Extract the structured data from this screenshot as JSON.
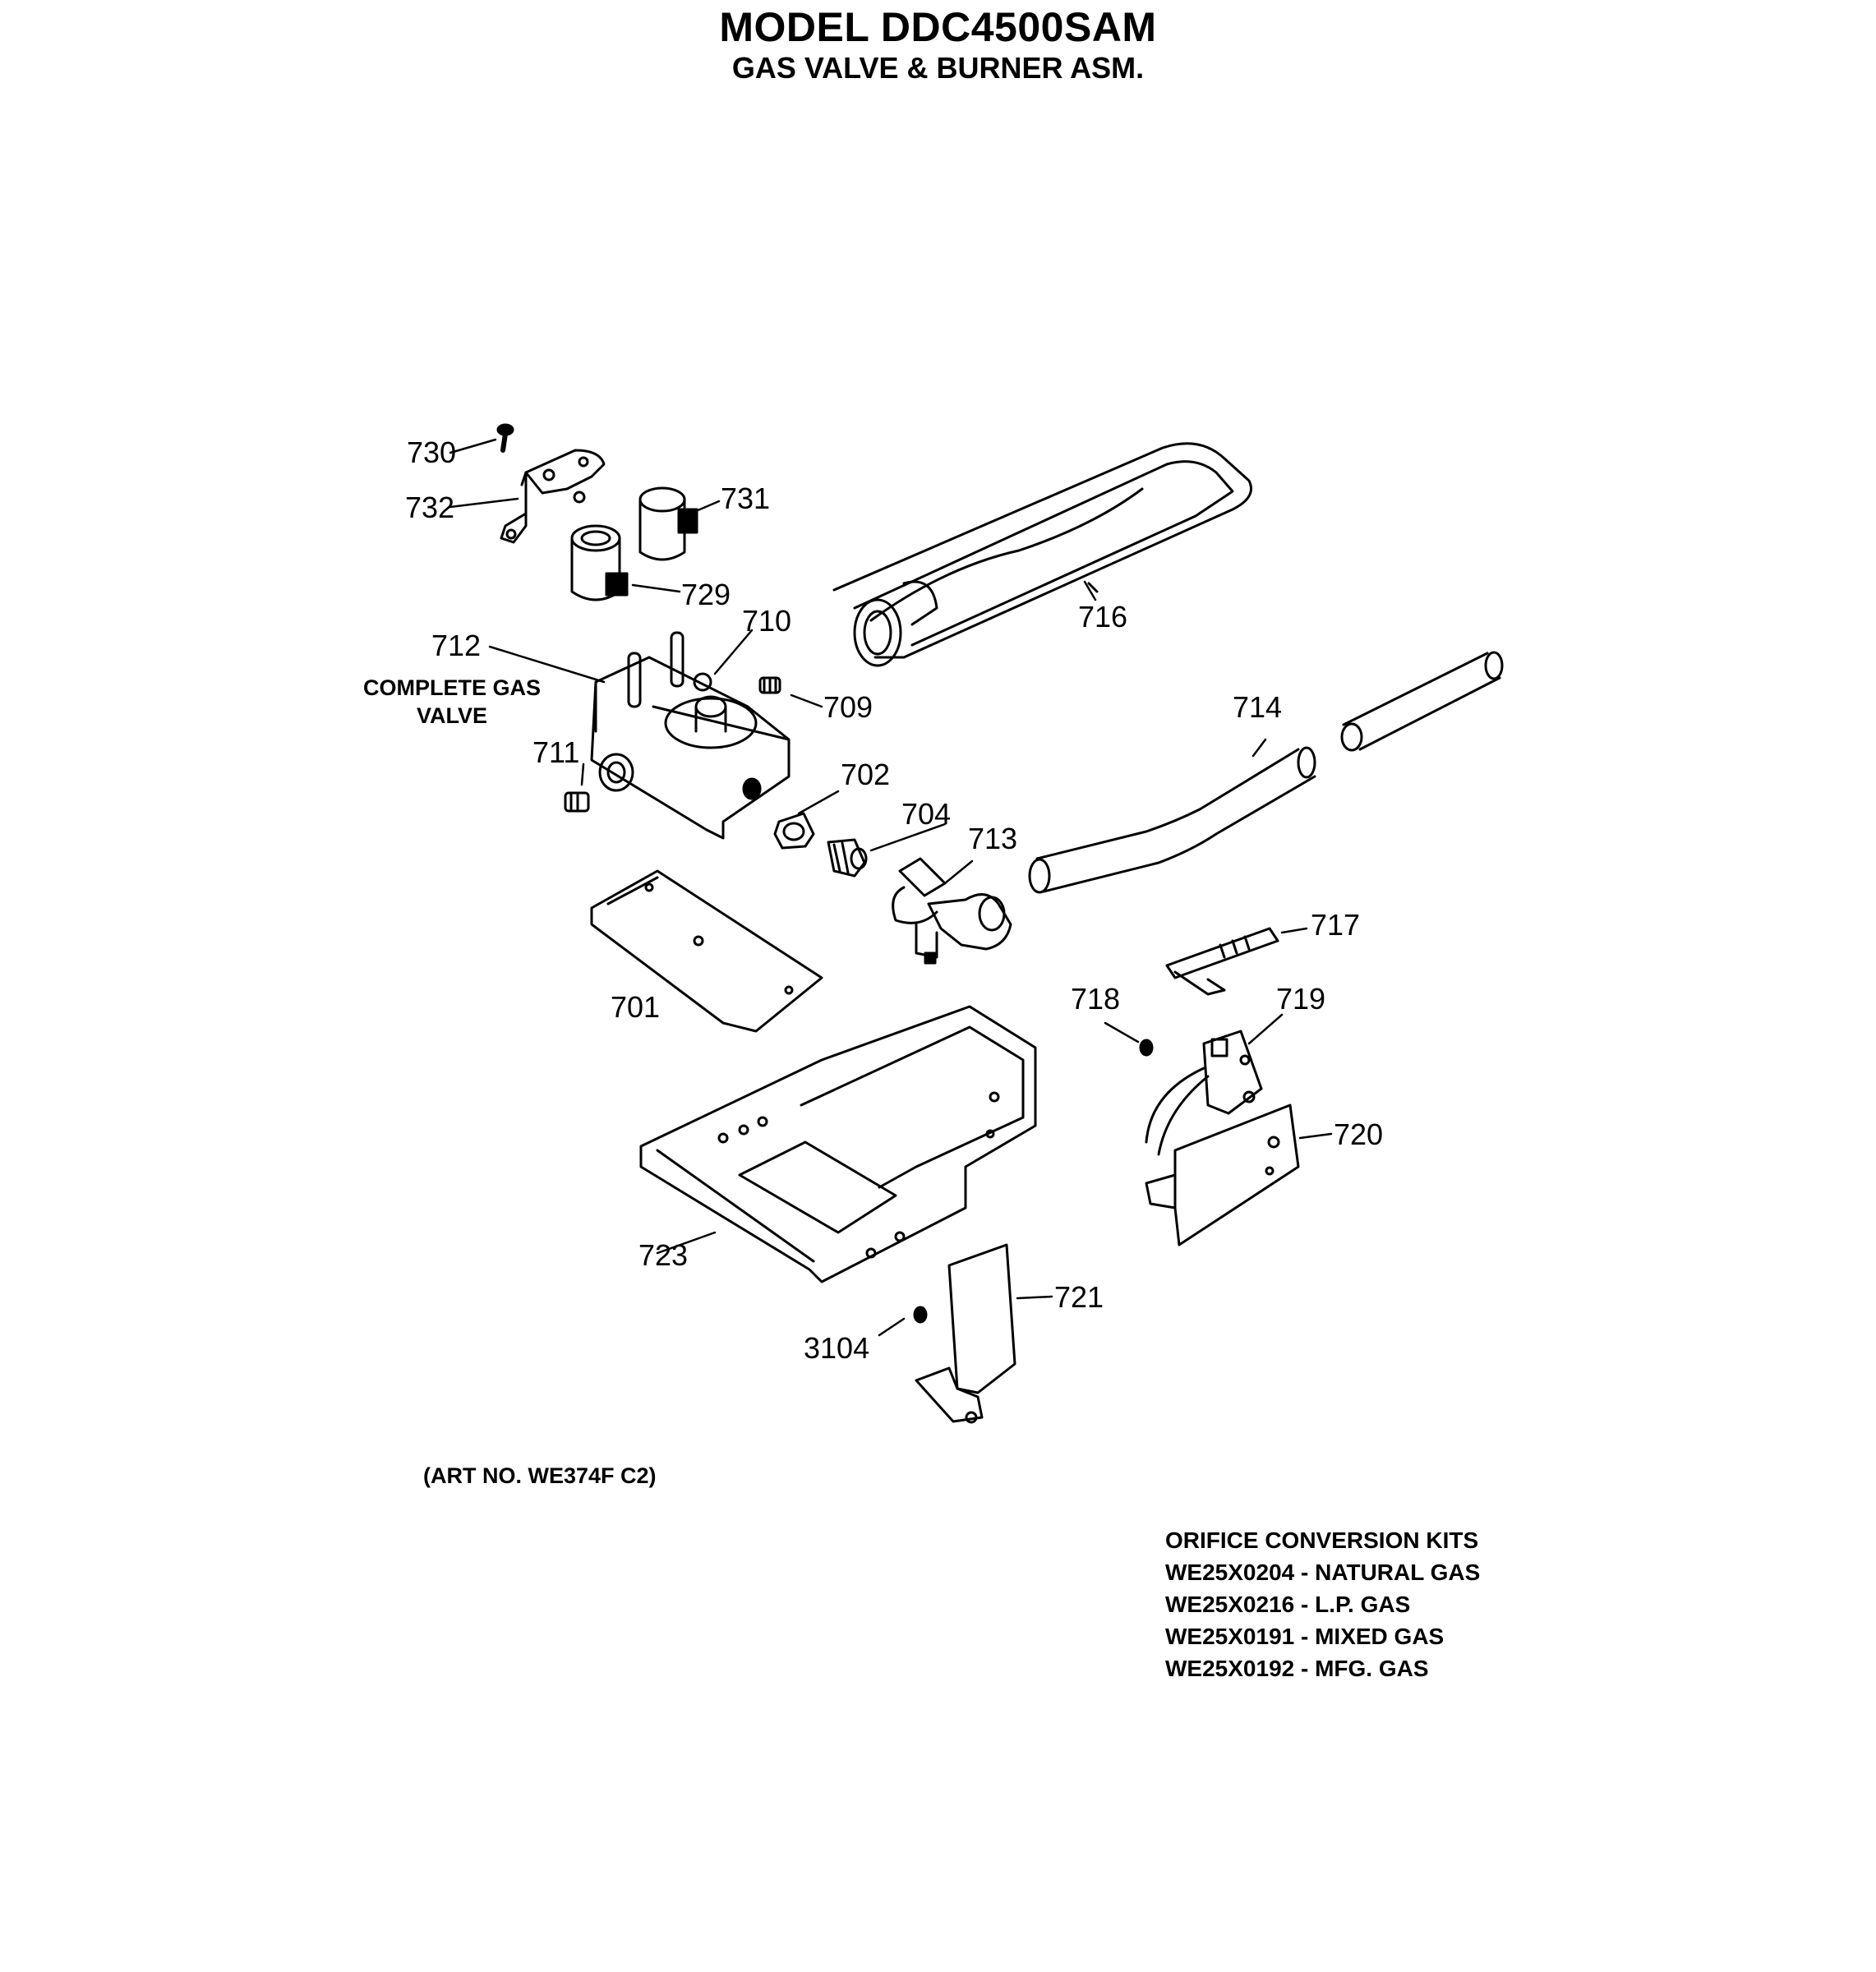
{
  "header": {
    "title": "MODEL DDC4500SAM",
    "subtitle": "GAS VALVE & BURNER ASM."
  },
  "parts": {
    "p730": "730",
    "p732": "732",
    "p731": "731",
    "p729": "729",
    "p716": "716",
    "p712": "712",
    "p712_desc_line1": "COMPLETE GAS",
    "p712_desc_line2": "VALVE",
    "p710": "710",
    "p709": "709",
    "p711": "711",
    "p714": "714",
    "p702": "702",
    "p704": "704",
    "p713": "713",
    "p717": "717",
    "p701": "701",
    "p718": "718",
    "p719": "719",
    "p720": "720",
    "p723": "723",
    "p721": "721",
    "p3104": "3104"
  },
  "art_number": "(ART NO. WE374F C2)",
  "conversion_kits": {
    "heading": "ORIFICE CONVERSION KITS",
    "items": [
      "WE25X0204 - NATURAL GAS",
      "WE25X0216 - L.P. GAS",
      "WE25X0191 - MIXED GAS",
      "WE25X0192 - MFG. GAS"
    ]
  }
}
